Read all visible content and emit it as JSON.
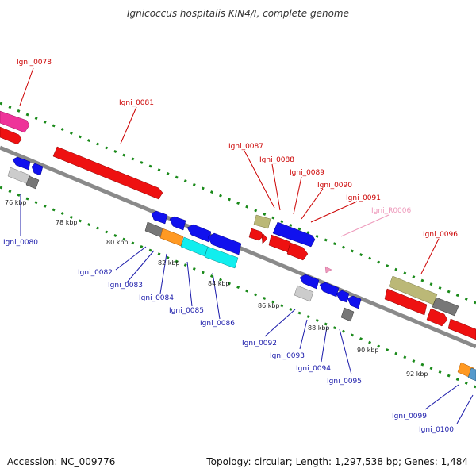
{
  "title": "Ignicoccus hospitalis KIN4/I, complete genome",
  "footer": {
    "accession": "Accession: NC_009776",
    "summary": "Topology: circular; Length: 1,297,538 bp; Genes: 1,484"
  },
  "colors": {
    "backbone": "#8a8a8a",
    "tick_dots": "#1a8a1a",
    "label_red": "#cc0000",
    "label_blue": "#1a1aaa",
    "label_pink": "#ee99bb"
  },
  "scale_labels": [
    "76 kbp",
    "78 kbp",
    "80 kbp",
    "82 kbp",
    "84 kbp",
    "86 kbp",
    "88 kbp",
    "90 kbp",
    "92 kbp"
  ],
  "gene_labels_forward": [
    "Igni_0078",
    "Igni_0081",
    "Igni_0087",
    "Igni_0088",
    "Igni_0089",
    "Igni_0090",
    "Igni_0091",
    "Igni_R0006",
    "Igni_0096"
  ],
  "gene_labels_reverse": [
    "Igni_0080",
    "Igni_0082",
    "Igni_0083",
    "Igni_0084",
    "Igni_0085",
    "Igni_0086",
    "Igni_0092",
    "Igni_0093",
    "Igni_0094",
    "Igni_0095",
    "Igni_0099",
    "Igni_0100"
  ]
}
